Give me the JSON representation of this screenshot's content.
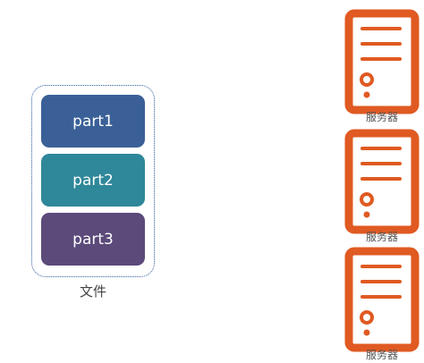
{
  "file": {
    "parts": [
      "part1",
      "part2",
      "part3"
    ],
    "label": "文件"
  },
  "servers": [
    {
      "label": "服务器",
      "icon": "server-icon"
    },
    {
      "label": "服务器",
      "icon": "server-icon"
    },
    {
      "label": "服务器",
      "icon": "server-icon"
    }
  ],
  "colors": {
    "part1": "#3a6097",
    "part2": "#2f879a",
    "part3": "#5b4a7a",
    "server": "#e05a22",
    "group_border": "#2f5d9e"
  }
}
